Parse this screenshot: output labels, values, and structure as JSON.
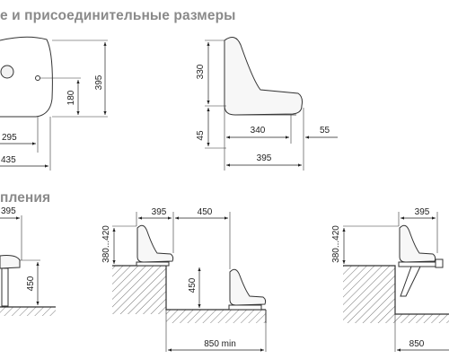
{
  "headings": {
    "connection_sizes": "е и присоединительные размеры",
    "mounting": "пления"
  },
  "dimensions": {
    "top_view": {
      "height_total": "395",
      "hole_height": "180",
      "hole_offset": "295",
      "width_total": "435"
    },
    "side_view": {
      "back_height": "330",
      "lower_height": "45",
      "seat_depth": "340",
      "lip": "55",
      "overall_depth": "395"
    },
    "mount_floor": {
      "width": "395",
      "height": "450"
    },
    "mount_step": {
      "seat_width": "395",
      "step_width": "450",
      "seat_height": "380...420",
      "riser_height": "450",
      "tread_min": "850 min"
    },
    "mount_riser": {
      "seat_width": "395",
      "seat_height": "380...420",
      "tread": "850"
    }
  }
}
